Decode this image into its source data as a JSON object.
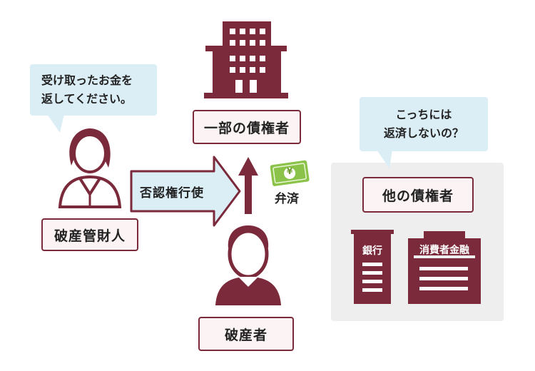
{
  "colors": {
    "maroon": "#7a2a3a",
    "box_fill": "#fbf3f4",
    "bubble_fill": "#dbeef6",
    "group_bg": "#eeeeee",
    "money_green": "#8bc34a"
  },
  "trustee": {
    "speech_line1": "受け取ったお金を",
    "speech_line2": "返してください。",
    "label": "破産管財人"
  },
  "creditor": {
    "label": "一部の債権者"
  },
  "bankrupt": {
    "label": "破産者"
  },
  "arrow_label": "否認権行使",
  "repayment": {
    "currency_symbol": "¥",
    "label": "弁済"
  },
  "others": {
    "speech_line1": "こっちには",
    "speech_line2": "返済しないの？",
    "label": "他の債権者",
    "bank_label": "銀行",
    "consumer_finance_label": "消費者金融"
  }
}
